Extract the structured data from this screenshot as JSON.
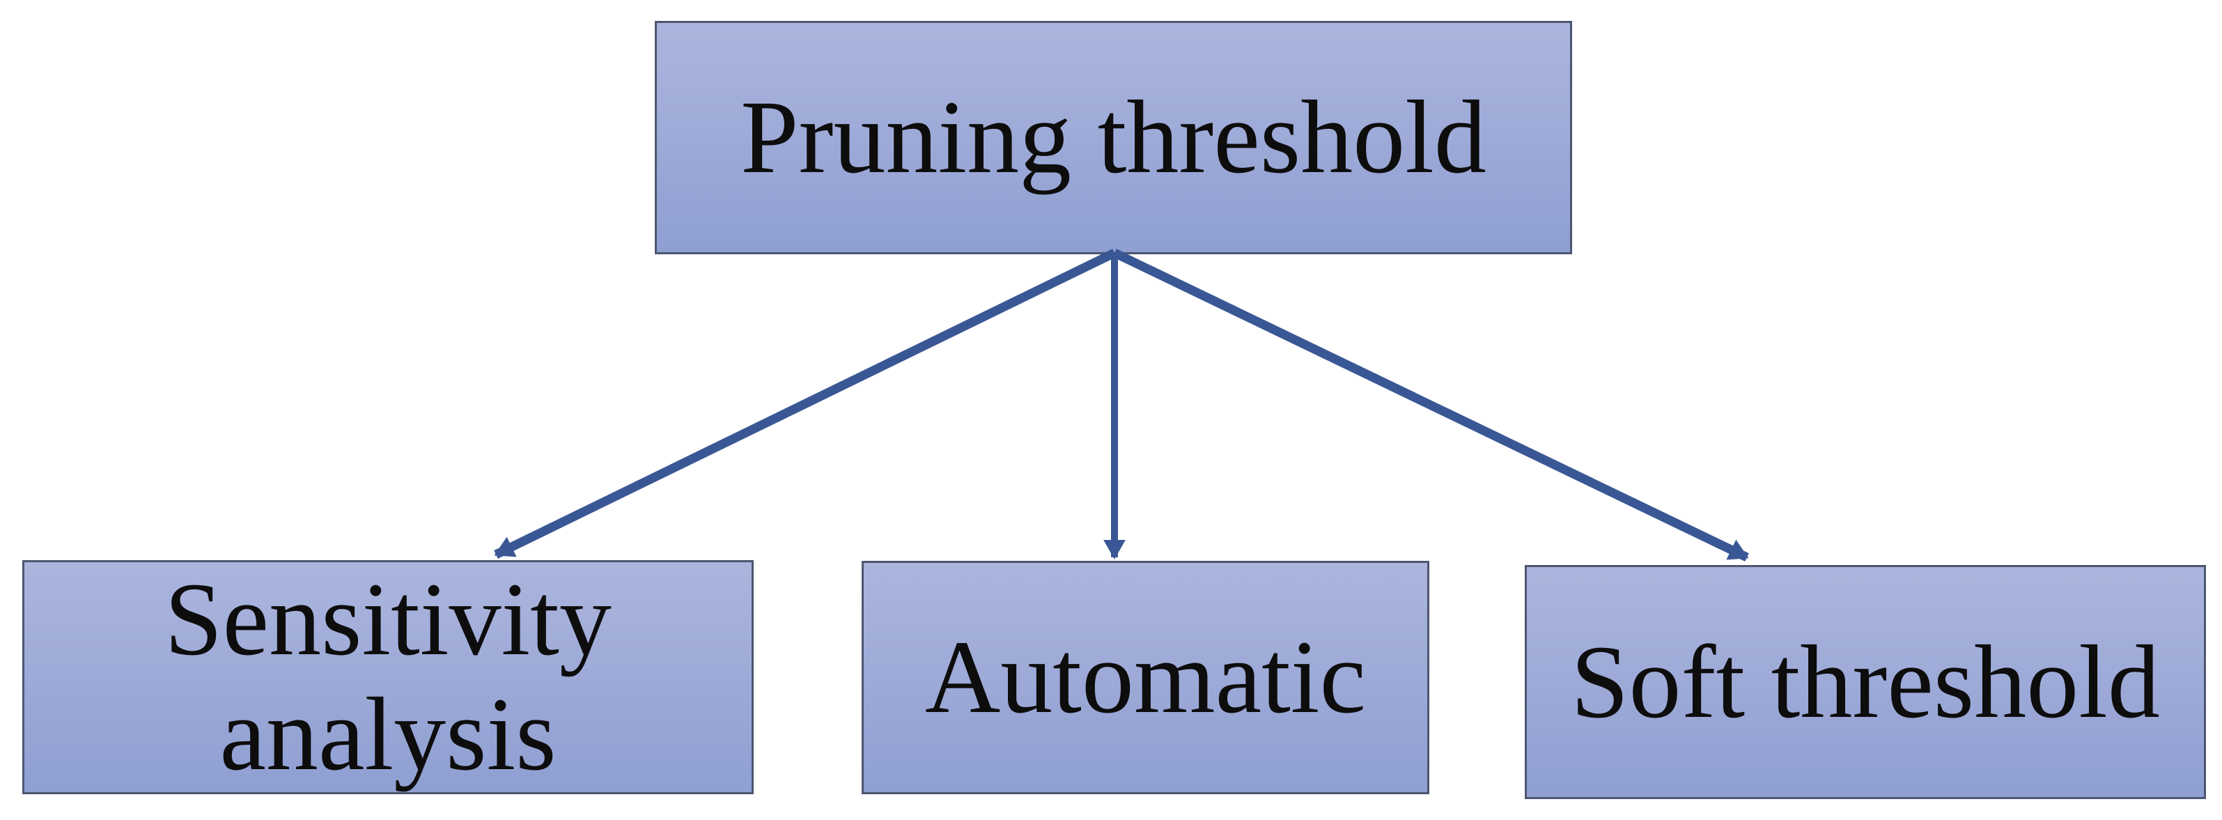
{
  "diagram": {
    "type": "tree",
    "background": "#ffffff",
    "nodes": {
      "root": {
        "label": "Pruning threshold"
      },
      "child1": {
        "label": "Sensitivity analysis"
      },
      "child2": {
        "label": "Automatic"
      },
      "child3": {
        "label": "Soft threshold"
      }
    },
    "edges": [
      {
        "from": "Pruning threshold",
        "to": "Sensitivity analysis"
      },
      {
        "from": "Pruning threshold",
        "to": "Automatic"
      },
      {
        "from": "Pruning threshold",
        "to": "Soft threshold"
      }
    ],
    "colors": {
      "box_fill_top": "#abb5de",
      "box_fill_bottom": "#8f9fd2",
      "box_border": "#4d5670",
      "arrow": "#3a5795",
      "text": "#0d0d0d"
    }
  }
}
